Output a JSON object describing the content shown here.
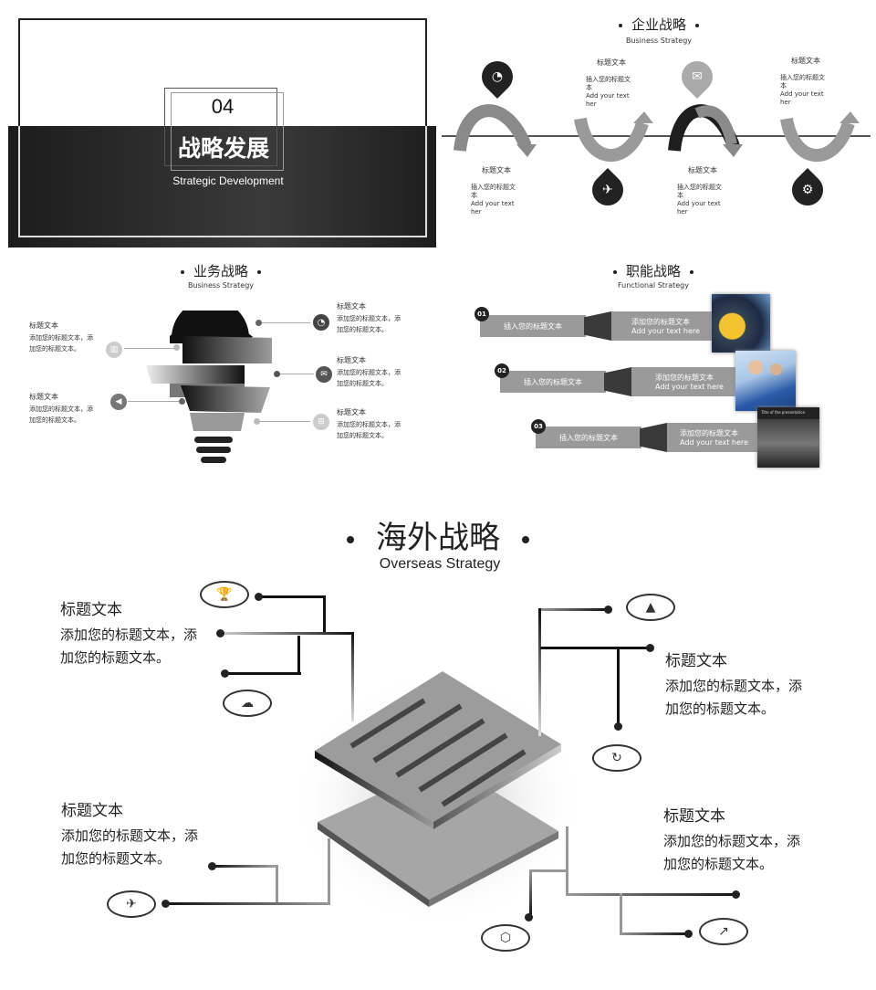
{
  "slide1": {
    "number": "04",
    "title": "战略发展",
    "subtitle": "Strategic Development"
  },
  "slide2": {
    "title": "企业战略",
    "subtitle": "Business Strategy",
    "items": [
      {
        "label": "标题文本",
        "desc1": "插入您的标题文",
        "desc2": "本",
        "desc3": "Add your text",
        "desc4": "her"
      },
      {
        "label": "标题文本",
        "desc1": "插入您的标题文",
        "desc2": "本",
        "desc3": "Add your text",
        "desc4": "her"
      },
      {
        "label": "标题文本",
        "desc1": "插入您的标题文",
        "desc2": "本",
        "desc3": "Add your text",
        "desc4": "her"
      },
      {
        "label": "标题文本",
        "desc1": "插入您的标题文",
        "desc2": "本",
        "desc3": "Add your text",
        "desc4": "her"
      }
    ]
  },
  "slide3": {
    "title": "业务战略",
    "subtitle": "Business Strategy",
    "left": [
      {
        "label": "标题文本",
        "desc1": "添加您的标题文本，添",
        "desc2": "加您的标题文本。"
      },
      {
        "label": "标题文本",
        "desc1": "添加您的标题文本，添",
        "desc2": "加您的标题文本。"
      }
    ],
    "right": [
      {
        "label": "标题文本",
        "desc1": "添加您的标题文本，添",
        "desc2": "加您的标题文本。"
      },
      {
        "label": "标题文本",
        "desc1": "添加您的标题文本，添",
        "desc2": "加您的标题文本。"
      },
      {
        "label": "标题文本",
        "desc1": "添加您的标题文本，添",
        "desc2": "加您的标题文本。"
      }
    ]
  },
  "slide4": {
    "title": "职能战略",
    "subtitle": "Functional Strategy",
    "rows": [
      {
        "num": "01",
        "left": "插入您的标题文本",
        "right1": "添加您的标题文本",
        "right2": "Add your text  here"
      },
      {
        "num": "02",
        "left": "插入您的标题文本",
        "right1": "添加您的标题文本",
        "right2": "Add your text  here"
      },
      {
        "num": "03",
        "left": "插入您的标题文本",
        "right1": "添加您的标题文本",
        "right2": "Add your text  here"
      }
    ],
    "photo_caption": "Title of the presentation"
  },
  "slide5": {
    "title": "海外战略",
    "subtitle": "Overseas Strategy",
    "blocks": [
      {
        "label": "标题文本",
        "desc1": "添加您的标题文本，添",
        "desc2": "加您的标题文本。"
      },
      {
        "label": "标题文本",
        "desc1": "添加您的标题文本，添",
        "desc2": "加您的标题文本。"
      },
      {
        "label": "标题文本",
        "desc1": "添加您的标题文本，添",
        "desc2": "加您的标题文本。"
      },
      {
        "label": "标题文本",
        "desc1": "添加您的标题文本，添",
        "desc2": "加您的标题文本。"
      }
    ]
  },
  "colors": {
    "dark": "#222222",
    "mid": "#9a9a9a",
    "light": "#c8c8c8"
  }
}
